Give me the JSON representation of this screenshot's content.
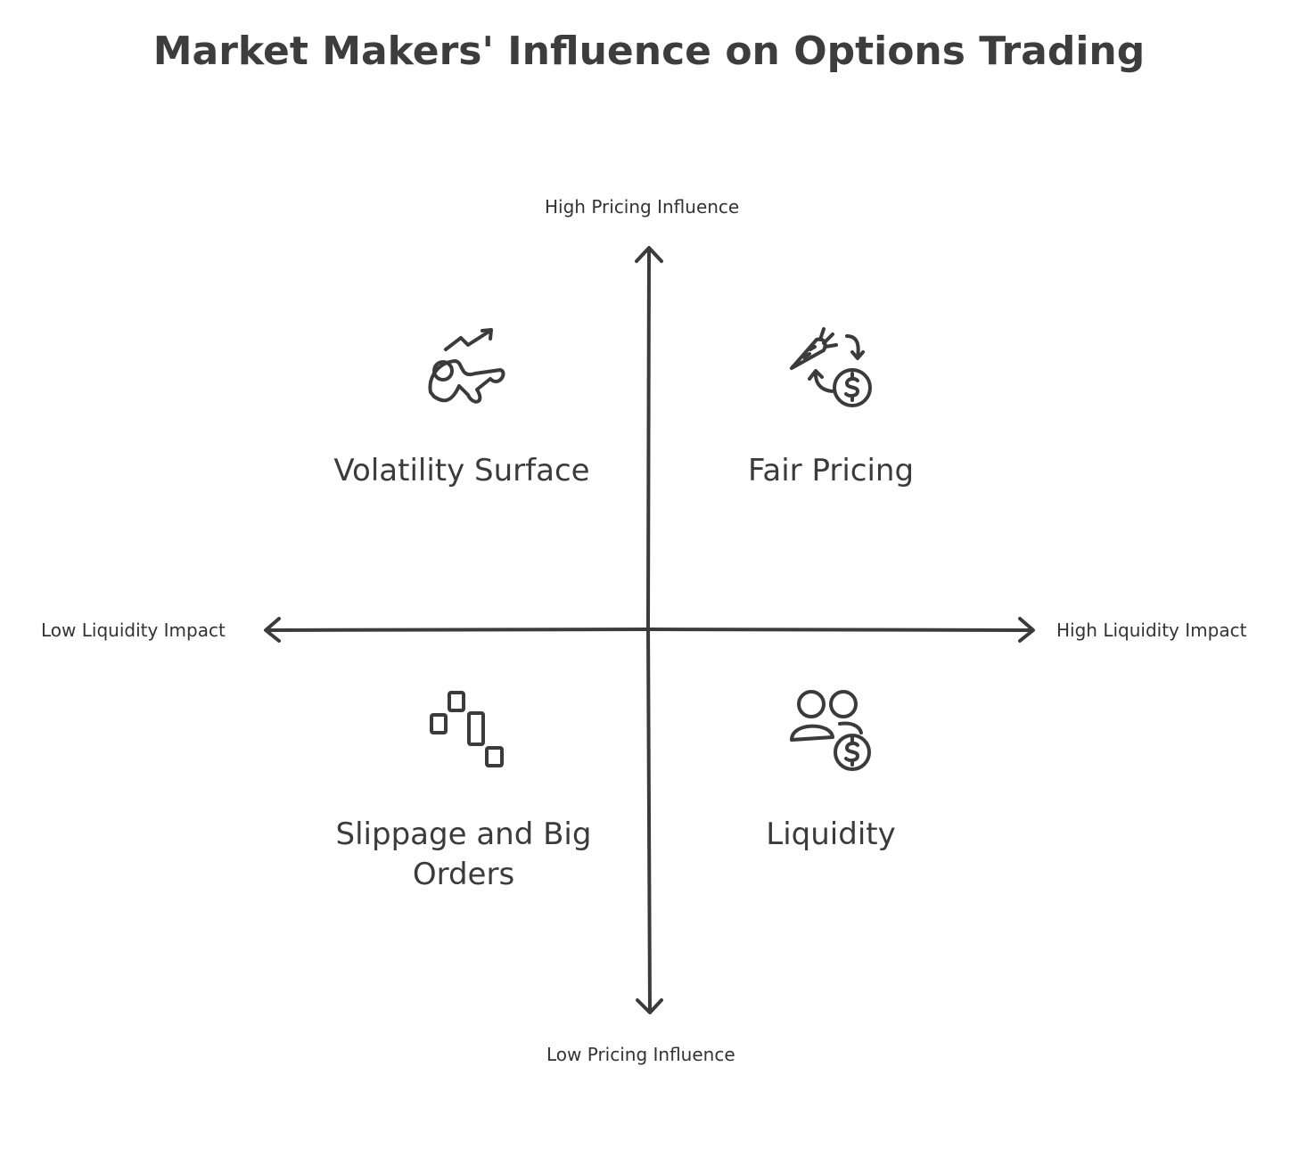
{
  "title": "Market Makers' Influence on Options Trading",
  "axes": {
    "top": "High Pricing Influence",
    "bottom": "Low Pricing Influence",
    "left": "Low Liquidity Impact",
    "right": "High Liquidity Impact"
  },
  "quadrants": {
    "top_left": {
      "label": "Volatility Surface",
      "icon": "volatility-chart-icon"
    },
    "top_right": {
      "label": "Fair Pricing",
      "icon": "carrot-dollar-cycle-icon"
    },
    "bottom_left": {
      "label": "Slippage and Big Orders",
      "icon": "scattered-blocks-icon"
    },
    "bottom_right": {
      "label": "Liquidity",
      "icon": "people-dollar-icon"
    }
  },
  "colors": {
    "ink": "#3b3b3b",
    "background": "#ffffff"
  }
}
